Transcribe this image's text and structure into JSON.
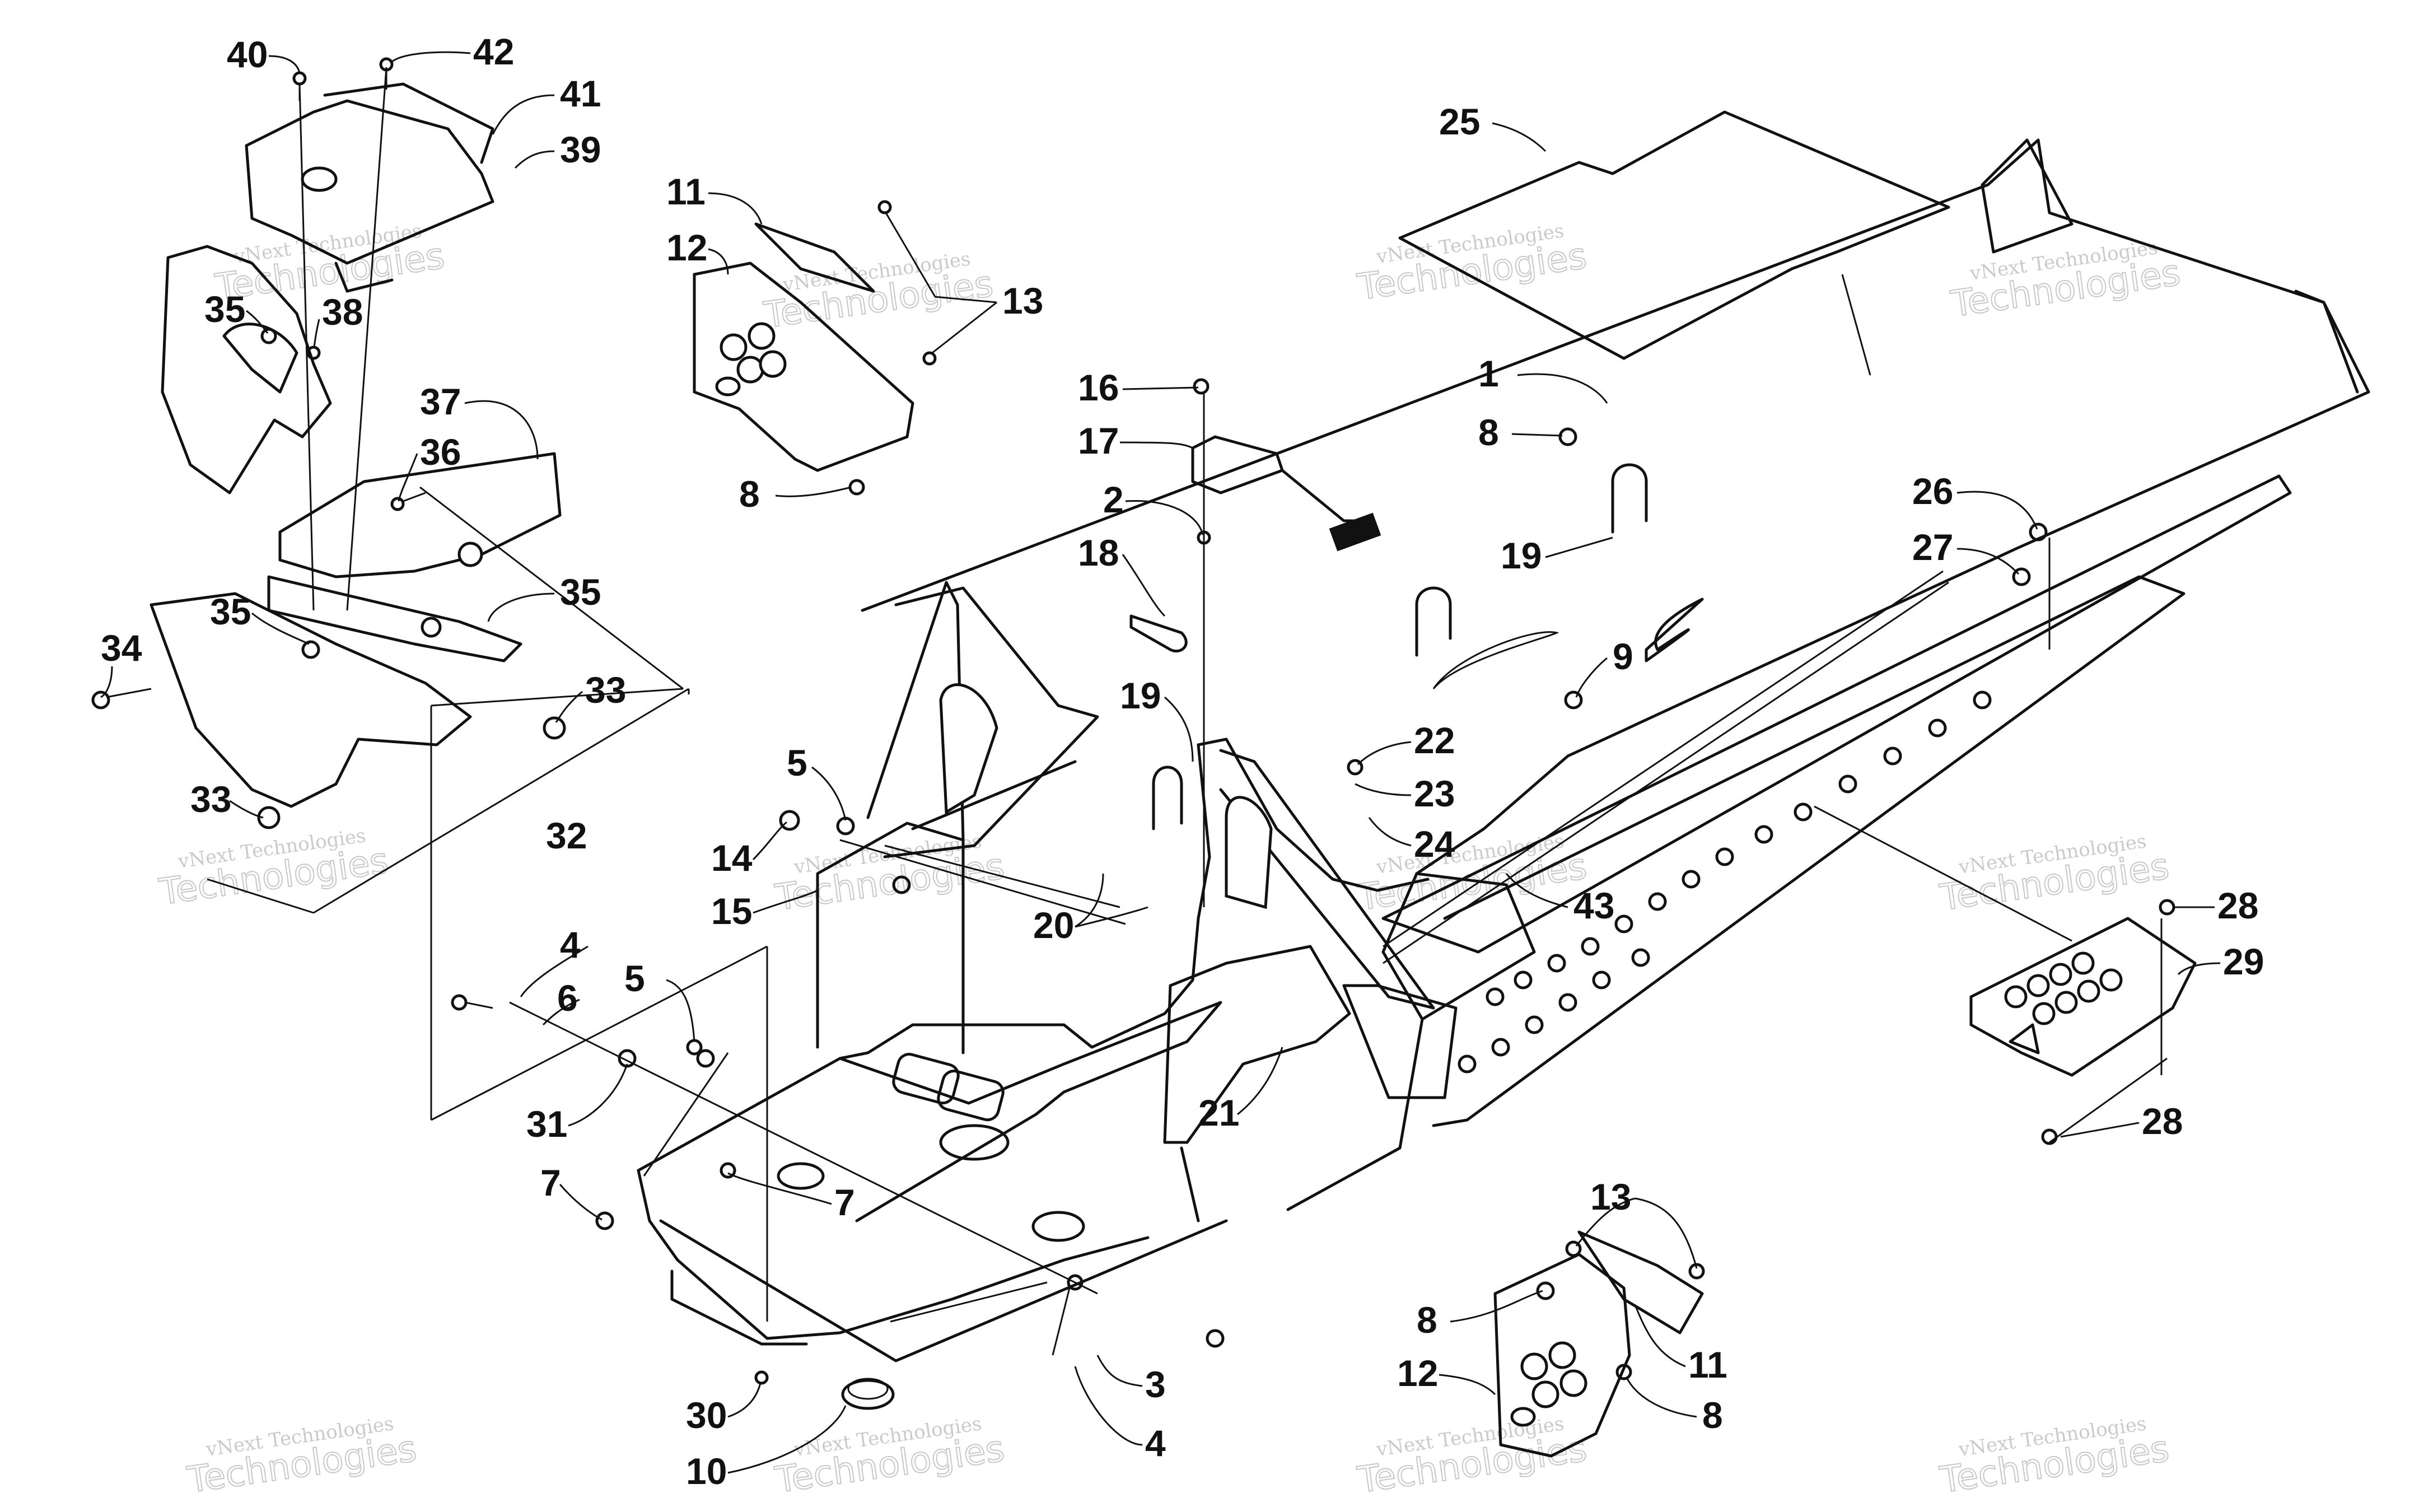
{
  "watermark": {
    "line1": "vNext Technologies",
    "line2": "Technologies"
  },
  "callouts": [
    {
      "id": "c40",
      "label": "40"
    },
    {
      "id": "c42",
      "label": "42"
    },
    {
      "id": "c41",
      "label": "41"
    },
    {
      "id": "c39",
      "label": "39"
    },
    {
      "id": "c35a",
      "label": "35"
    },
    {
      "id": "c38",
      "label": "38"
    },
    {
      "id": "c37",
      "label": "37"
    },
    {
      "id": "c36",
      "label": "36"
    },
    {
      "id": "c35b",
      "label": "35"
    },
    {
      "id": "c35c",
      "label": "35"
    },
    {
      "id": "c34",
      "label": "34"
    },
    {
      "id": "c33a",
      "label": "33"
    },
    {
      "id": "c33b",
      "label": "33"
    },
    {
      "id": "c32",
      "label": "32"
    },
    {
      "id": "c11a",
      "label": "11"
    },
    {
      "id": "c12a",
      "label": "12"
    },
    {
      "id": "c13a",
      "label": "13"
    },
    {
      "id": "c8a",
      "label": "8"
    },
    {
      "id": "c16",
      "label": "16"
    },
    {
      "id": "c17",
      "label": "17"
    },
    {
      "id": "c2",
      "label": "2"
    },
    {
      "id": "c18",
      "label": "18"
    },
    {
      "id": "c19a",
      "label": "19"
    },
    {
      "id": "c25",
      "label": "25"
    },
    {
      "id": "c1",
      "label": "1"
    },
    {
      "id": "c8b",
      "label": "8"
    },
    {
      "id": "c19b",
      "label": "19"
    },
    {
      "id": "c9",
      "label": "9"
    },
    {
      "id": "c26",
      "label": "26"
    },
    {
      "id": "c27",
      "label": "27"
    },
    {
      "id": "c22",
      "label": "22"
    },
    {
      "id": "c23",
      "label": "23"
    },
    {
      "id": "c24",
      "label": "24"
    },
    {
      "id": "c43",
      "label": "43"
    },
    {
      "id": "c5a",
      "label": "5"
    },
    {
      "id": "c14",
      "label": "14"
    },
    {
      "id": "c15",
      "label": "15"
    },
    {
      "id": "c20",
      "label": "20"
    },
    {
      "id": "c4a",
      "label": "4"
    },
    {
      "id": "c6",
      "label": "6"
    },
    {
      "id": "c5b",
      "label": "5"
    },
    {
      "id": "c31",
      "label": "31"
    },
    {
      "id": "c7a",
      "label": "7"
    },
    {
      "id": "c7b",
      "label": "7"
    },
    {
      "id": "c21",
      "label": "21"
    },
    {
      "id": "c28a",
      "label": "28"
    },
    {
      "id": "c29",
      "label": "29"
    },
    {
      "id": "c28b",
      "label": "28"
    },
    {
      "id": "c13b",
      "label": "13"
    },
    {
      "id": "c8c",
      "label": "8"
    },
    {
      "id": "c11b",
      "label": "11"
    },
    {
      "id": "c12b",
      "label": "12"
    },
    {
      "id": "c8d",
      "label": "8"
    },
    {
      "id": "c3",
      "label": "3"
    },
    {
      "id": "c4b",
      "label": "4"
    },
    {
      "id": "c30",
      "label": "30"
    },
    {
      "id": "c10",
      "label": "10"
    }
  ]
}
